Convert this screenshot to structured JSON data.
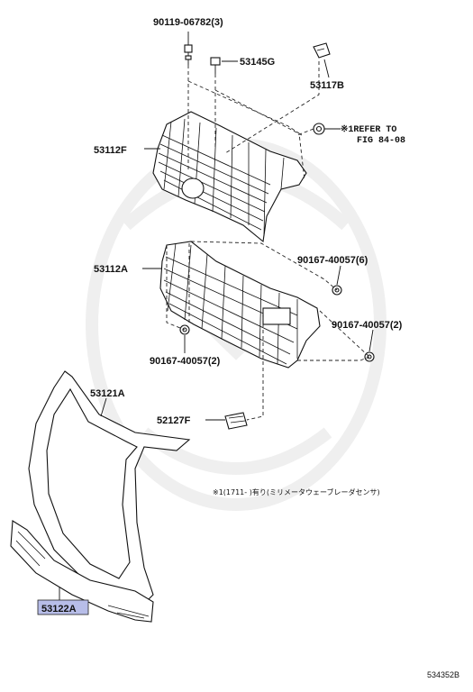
{
  "labels": {
    "screw_top": "90119-06782(3)",
    "clip_53145g": "53145G",
    "bracket_53117b": "53117B",
    "refer_note_line1": "※1REFER TO",
    "refer_note_line2": "FIG 84-08",
    "grille_53112f": "53112F",
    "grille_53112a": "53112A",
    "nut_right_upper": "90167-40057(6)",
    "nut_right_lower": "90167-40057(2)",
    "nut_left": "90167-40057(2)",
    "molding_53121a": "53121A",
    "cover_52127f": "52127F",
    "footnote": "※1(1711-    )有り(ミリメータウェーブレーダセンサ)",
    "molding_53122a": "53122A",
    "diagram_code": "534352B"
  },
  "colors": {
    "highlight_fill": "#b7bde8",
    "highlight_border": "#222222",
    "line": "#111111",
    "watermark": "#f1f1f1"
  }
}
